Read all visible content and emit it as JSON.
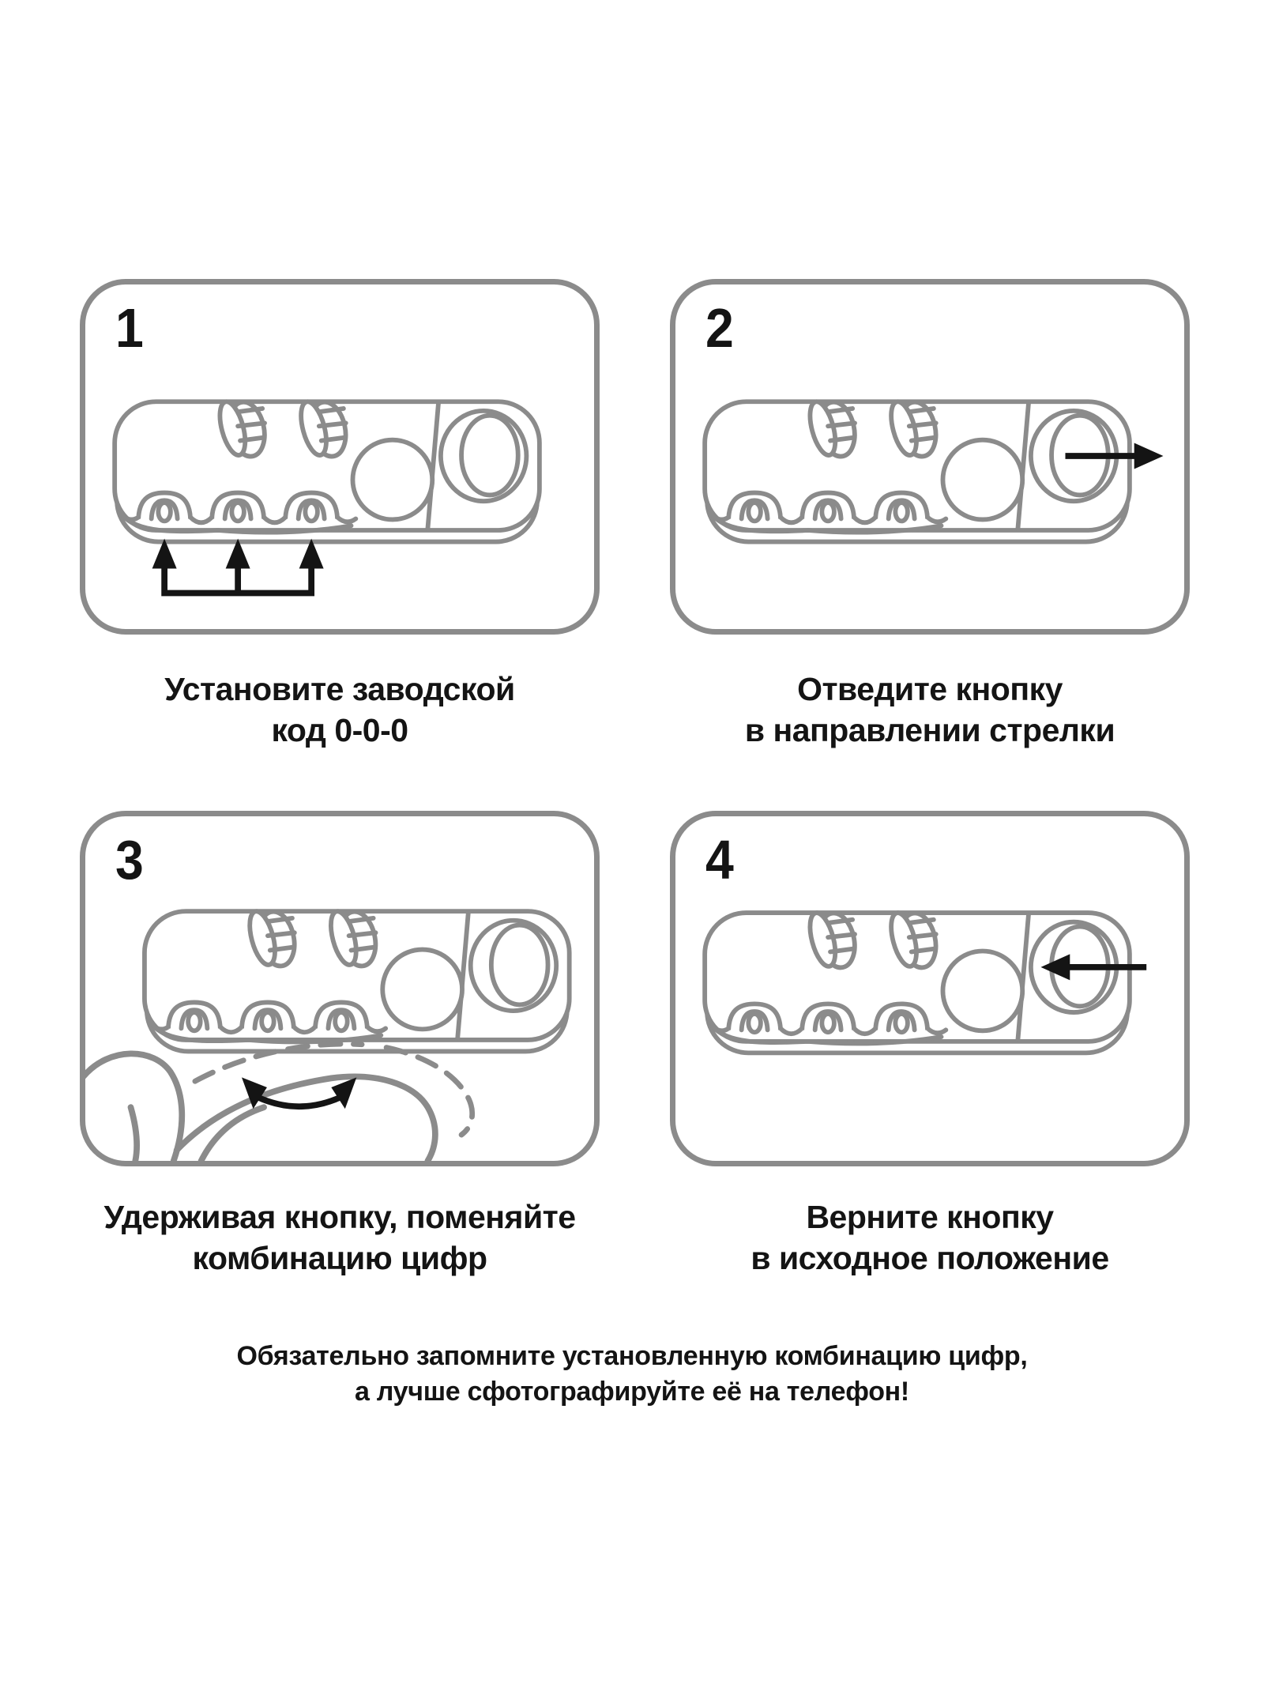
{
  "colors": {
    "outline": "#8b8b8b",
    "ink": "#141414",
    "background": "#ffffff"
  },
  "steps": [
    {
      "number": "1",
      "caption_line1": "Установите заводской",
      "caption_line2": "код 0-0-0"
    },
    {
      "number": "2",
      "caption_line1": "Отведите кнопку",
      "caption_line2": "в направлении стрелки"
    },
    {
      "number": "3",
      "caption_line1": "Удерживая кнопку, поменяйте",
      "caption_line2": "комбинацию цифр"
    },
    {
      "number": "4",
      "caption_line1": "Верните кнопку",
      "caption_line2": "в исходное положение"
    }
  ],
  "footer": {
    "line1": "Обязательно запомните установленную комбинацию цифр,",
    "line2": "а лучше сфотографируйте её на телефон!"
  }
}
